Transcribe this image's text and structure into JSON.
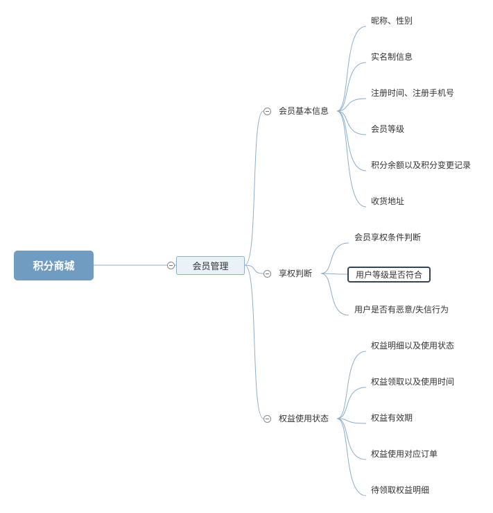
{
  "mindmap": {
    "root": "积分商城",
    "topic": "会员管理",
    "branches": [
      {
        "label": "会员基本信息",
        "children": [
          "昵称、性别",
          "实名制信息",
          "注册时间、注册手机号",
          "会员等级",
          "积分余额以及积分变更记录",
          "收货地址"
        ]
      },
      {
        "label": "享权判断",
        "children": [
          "会员享权条件判断",
          "用户等级是否符合",
          "用户是否有恶意/失信行为"
        ]
      },
      {
        "label": "权益使用状态",
        "children": [
          "权益明细以及使用状态",
          "权益领取以及使用时间",
          "权益有效期",
          "权益使用对应订单",
          "待领取权益明细"
        ]
      }
    ]
  },
  "colors": {
    "root_fill": "#6f9cc0",
    "connector": "#8aaecb",
    "topic_fill": "#eaf2f9",
    "selected_border": "#334455"
  }
}
